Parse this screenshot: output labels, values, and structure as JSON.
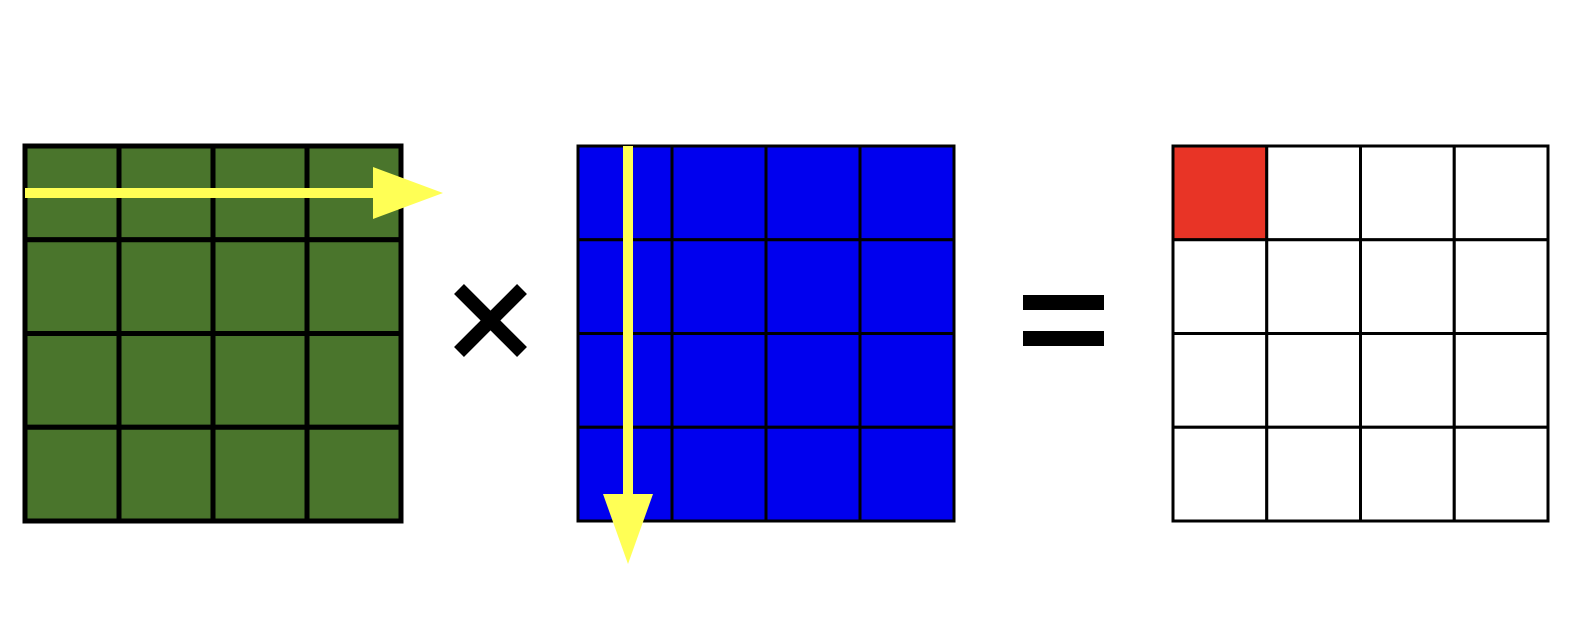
{
  "diagram": {
    "matrix_a": {
      "rows": 4,
      "cols": 4,
      "fill": "#4a752c",
      "stroke": "#000000",
      "arrow_direction": "row"
    },
    "operator_multiply": {
      "symbol": "×"
    },
    "matrix_b": {
      "rows": 4,
      "cols": 4,
      "fill": "#0000ee",
      "stroke": "#000000",
      "arrow_direction": "column"
    },
    "operator_equals": {
      "symbol": "="
    },
    "matrix_c": {
      "rows": 4,
      "cols": 4,
      "fill": "#ffffff",
      "stroke": "#000000",
      "highlight_cell": {
        "row": 0,
        "col": 0,
        "color": "#e83426"
      }
    },
    "arrow_color": "#ffff55"
  }
}
